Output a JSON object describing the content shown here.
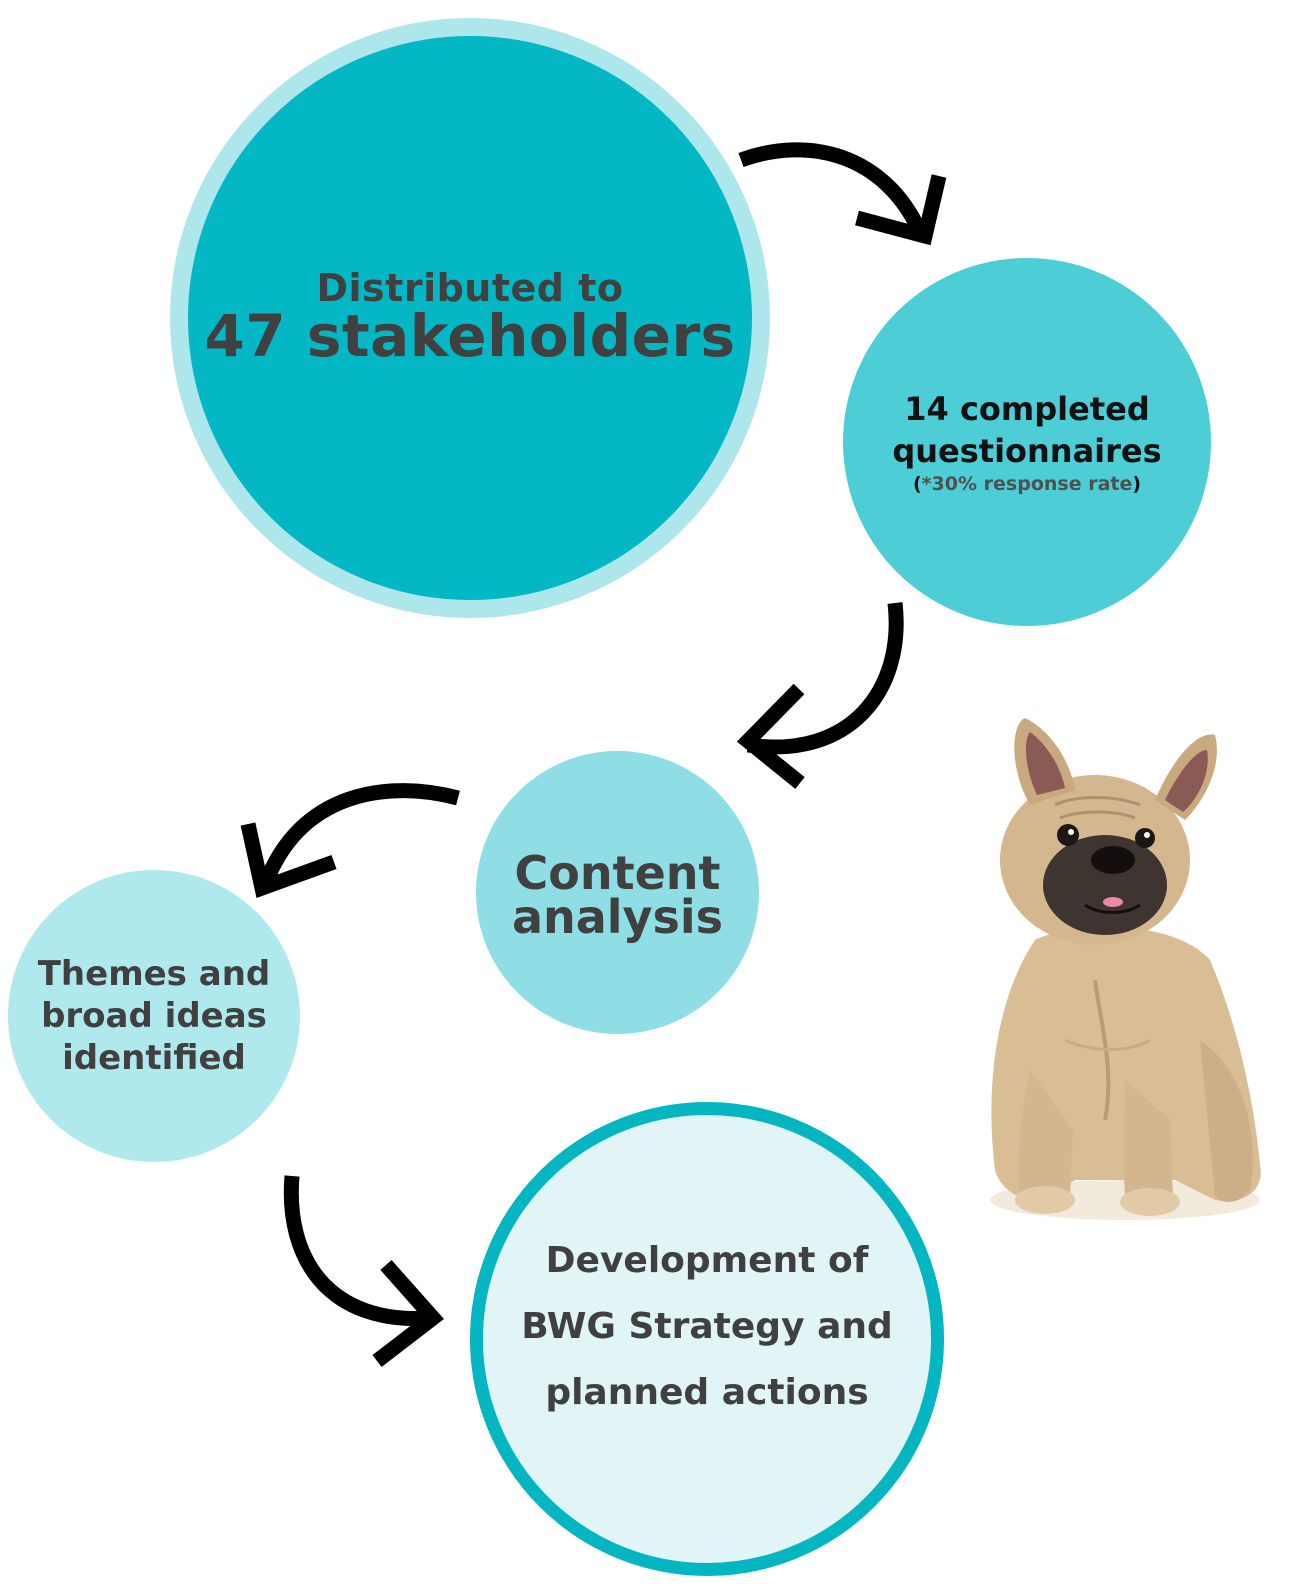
{
  "steps": [
    {
      "line1": "Distributed to",
      "line2": "47 stakeholders"
    },
    {
      "lines": [
        "14 completed",
        "questionnaires"
      ],
      "note": "*30% response rate"
    },
    {
      "lines": [
        "Content",
        "analysis"
      ]
    },
    {
      "lines": [
        "Themes and",
        "broad ideas",
        "identified"
      ]
    },
    {
      "lines": [
        "Development of",
        "BWG Strategy and",
        "planned actions"
      ]
    }
  ],
  "colors": {
    "circle1_fill": "#04b7c4",
    "circle1_ring": "#ade7ec",
    "circle2_fill": "#4dcdd5",
    "circle3_fill": "#8fdee5",
    "circle4_fill": "#afe9ed",
    "circle5_fill": "#e1f5f7",
    "circle5_ring": "#04b5c2",
    "arrow": "#000000",
    "text": "#404040"
  },
  "decoration": {
    "image": "french-bulldog",
    "arrow_icon": "curved-arrow-icon"
  }
}
